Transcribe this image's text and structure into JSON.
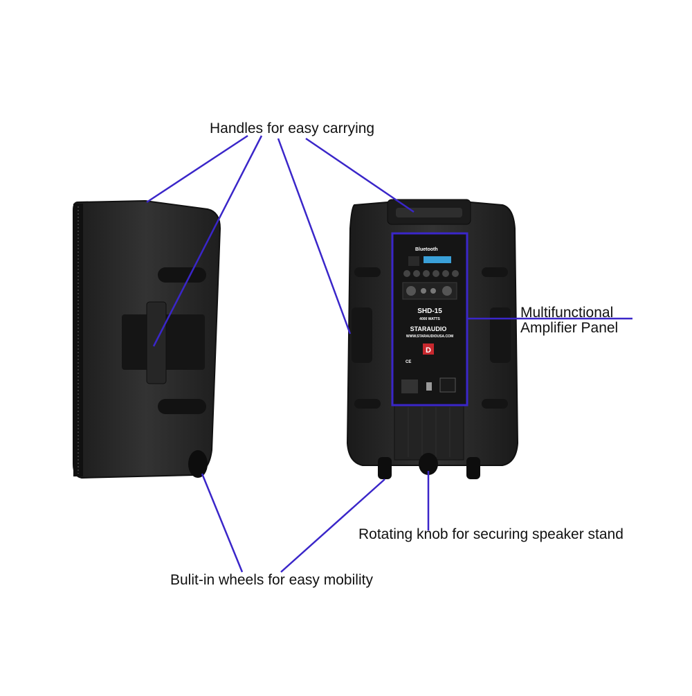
{
  "callouts": {
    "handles": "Handles for easy carrying",
    "panel_line1": "Multifunctional",
    "panel_line2": "Amplifier Panel",
    "knob": "Rotating knob for securing speaker stand",
    "wheels": "Bulit-in wheels for easy mobility"
  },
  "amp_panel": {
    "bluetooth": "Bluetooth",
    "model": "SHD-15",
    "watts": "4000 WATTS",
    "brand": "STARAUDIO",
    "website": "WWW.STARAUDIOUSA.COM",
    "ce_mark": "CE",
    "logo_letter": "D"
  },
  "colors": {
    "callout_line": "#3a26c9",
    "speaker_body": "#2a2a2a",
    "panel_bg": "#151515"
  }
}
